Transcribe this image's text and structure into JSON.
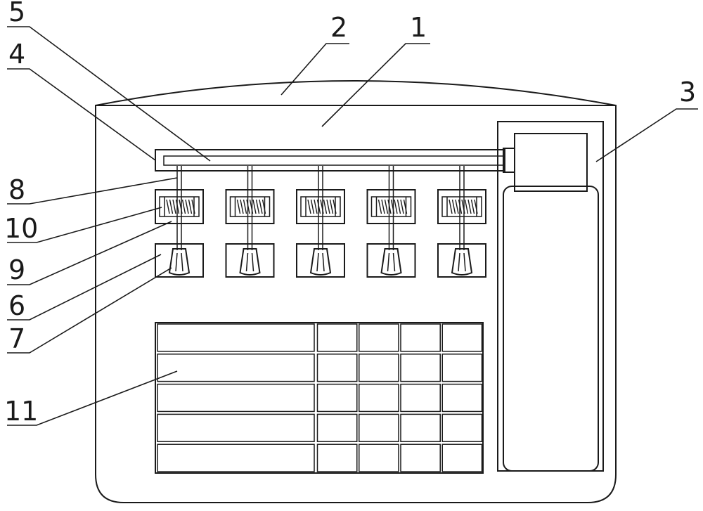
{
  "labels": {
    "l1": "1",
    "l2": "2",
    "l3": "3",
    "l4": "4",
    "l5": "5",
    "l6": "6",
    "l7": "7",
    "l8": "8",
    "l9": "9",
    "l10": "10",
    "l11": "11"
  },
  "assembly": {
    "unit_count": 5
  },
  "grid": {
    "rows": 5,
    "left_column": 1,
    "small_columns": 4
  },
  "colors": {
    "line": "#1a1a1a",
    "background": "#ffffff"
  }
}
